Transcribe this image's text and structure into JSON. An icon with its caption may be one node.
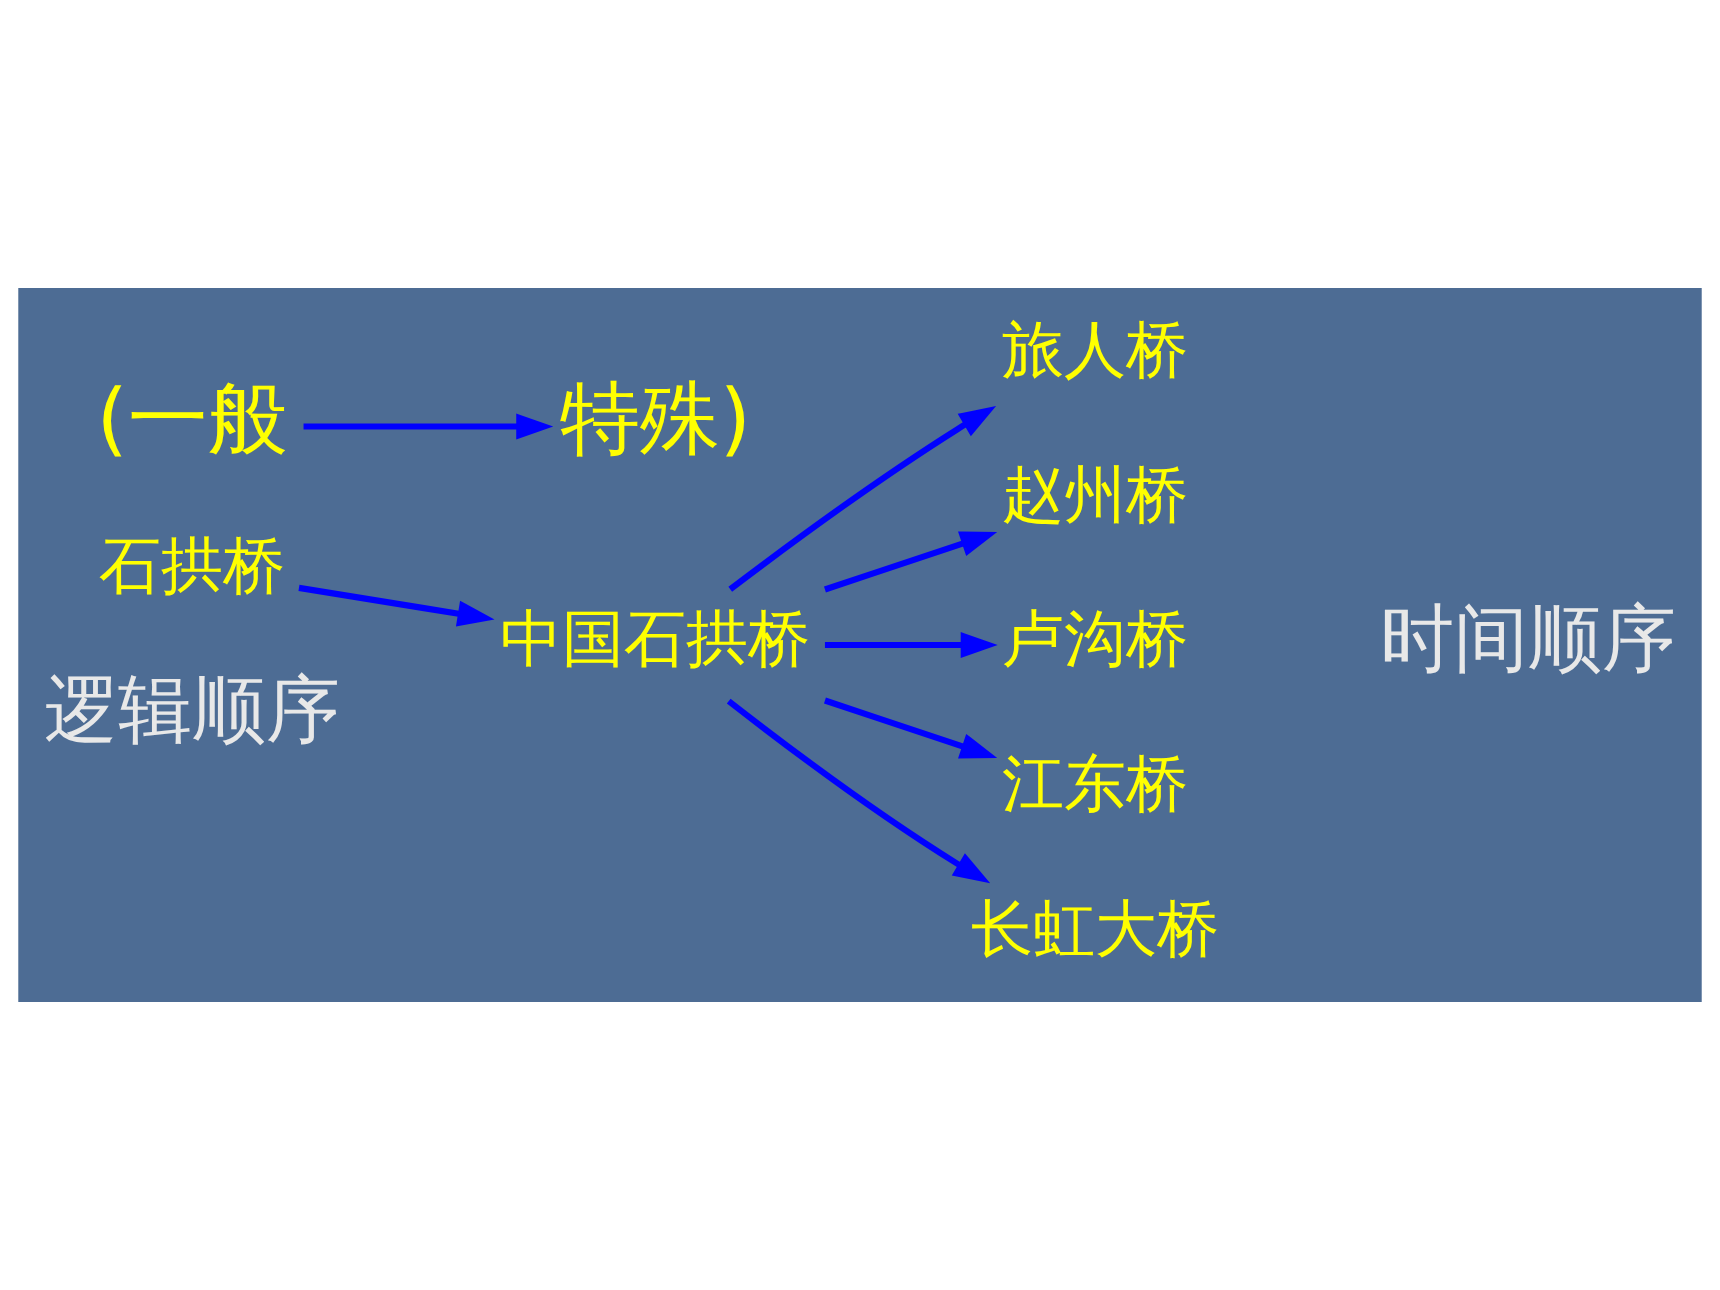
{
  "diagram": {
    "nodes": [
      {
        "text": [
          "石拱桥"
        ]
      },
      {
        "text": [
          "中国石拱桥"
        ]
      },
      {
        "text": [
          "旅人桥"
        ]
      },
      {
        "text": [
          "赵州桥"
        ]
      },
      {
        "text": [
          "卢沟桥"
        ]
      },
      {
        "text": [
          "江东桥"
        ]
      },
      {
        "text": [
          "长虹大桥"
        ]
      },
      {
        "text": [
          "(一般"
        ]
      },
      {
        "text": [
          "特殊)"
        ]
      }
    ],
    "edges": [
      {
        "from": 0,
        "to": 1,
        "arrow": "to"
      },
      {
        "from": 1,
        "to": 2,
        "arrow": "to"
      },
      {
        "from": 1,
        "to": 3,
        "arrow": "to"
      },
      {
        "from": 1,
        "to": 4,
        "arrow": "to"
      },
      {
        "from": 1,
        "to": 5,
        "arrow": "to"
      },
      {
        "from": 1,
        "to": 6,
        "arrow": "to"
      },
      {
        "from": 7,
        "to": 8,
        "arrow": "to"
      }
    ],
    "labels": [
      "逻辑顺序",
      "时间顺序"
    ]
  }
}
